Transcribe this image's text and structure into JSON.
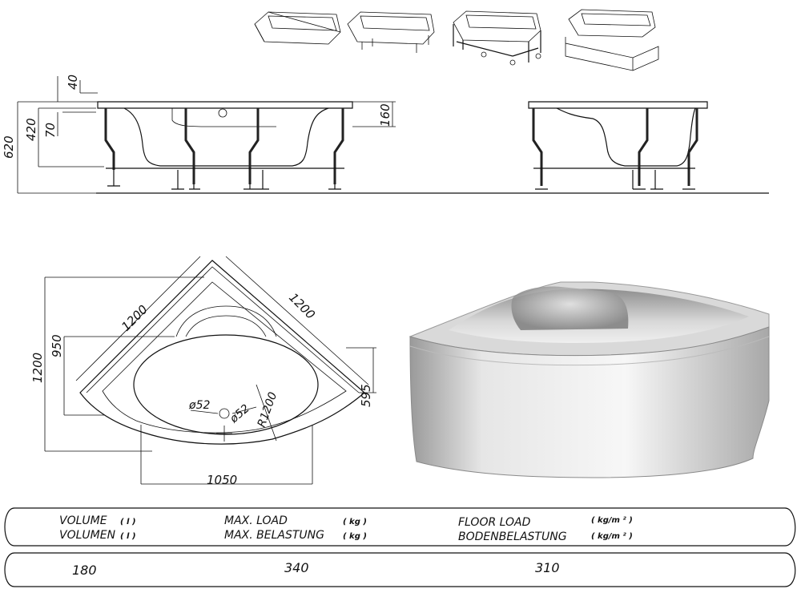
{
  "dimensions": {
    "side_height_total": "620",
    "side_height_rim": "420",
    "side_leg_adjust": "70",
    "side_top_offset": "40",
    "side_rim_depth": "160",
    "plan_side_a": "1200",
    "plan_side_b": "1200",
    "plan_overall_height": "1200",
    "plan_inner_height": "950",
    "plan_right_height": "595",
    "plan_width": "1050",
    "plan_radius": "R1200",
    "drain_a": "ø52",
    "drain_b": "ø52"
  },
  "spec_table": {
    "volume_label_en": "VOLUME",
    "volume_label_de": "VOLUMEN",
    "volume_unit": "( l )",
    "load_label_en": "MAX. LOAD",
    "load_label_de": "MAX. BELASTUNG",
    "load_unit": "( kg )",
    "floor_label_en": "FLOOR LOAD",
    "floor_label_de": "BODENBELASTUNG",
    "floor_unit": "( kg/m ² )",
    "volume_value": "180",
    "load_value": "340",
    "floor_value": "310"
  },
  "colors": {
    "line": "#111111",
    "panel_light": "#f2f2f2",
    "panel_shade": "#b8b8b8"
  }
}
